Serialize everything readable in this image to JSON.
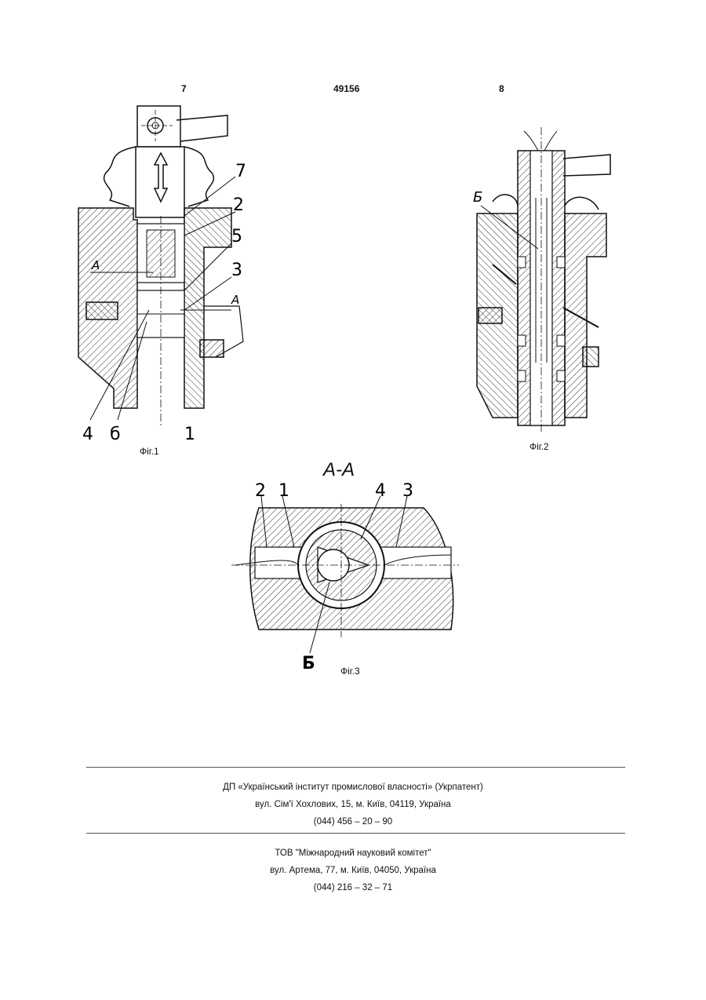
{
  "header": {
    "page_left": "7",
    "patent_no": "49156",
    "page_right": "8"
  },
  "figures": {
    "fig1": {
      "caption": "Фіг.1",
      "labels": [
        "7",
        "2",
        "5",
        "3",
        "4",
        "б",
        "1"
      ],
      "section_marks": [
        "А",
        "А"
      ]
    },
    "fig2": {
      "caption": "Фіг.2",
      "labels": [
        "Б"
      ]
    },
    "fig3": {
      "caption": "Фіг.3",
      "section_title": "А-А",
      "labels": [
        "2",
        "1",
        "4",
        "3",
        "Б"
      ]
    }
  },
  "footer": {
    "block1": [
      "ДП «Український інститут промислової власності» (Укрпатент)",
      "вул. Сім'ї Хохлових, 15, м. Київ, 04119, Україна",
      "(044) 456 – 20 – 90"
    ],
    "block2": [
      "ТОВ \"Міжнародний науковий комітет\"",
      "вул. Артема, 77, м. Київ, 04050, Україна",
      "(044) 216 – 32 – 71"
    ]
  }
}
